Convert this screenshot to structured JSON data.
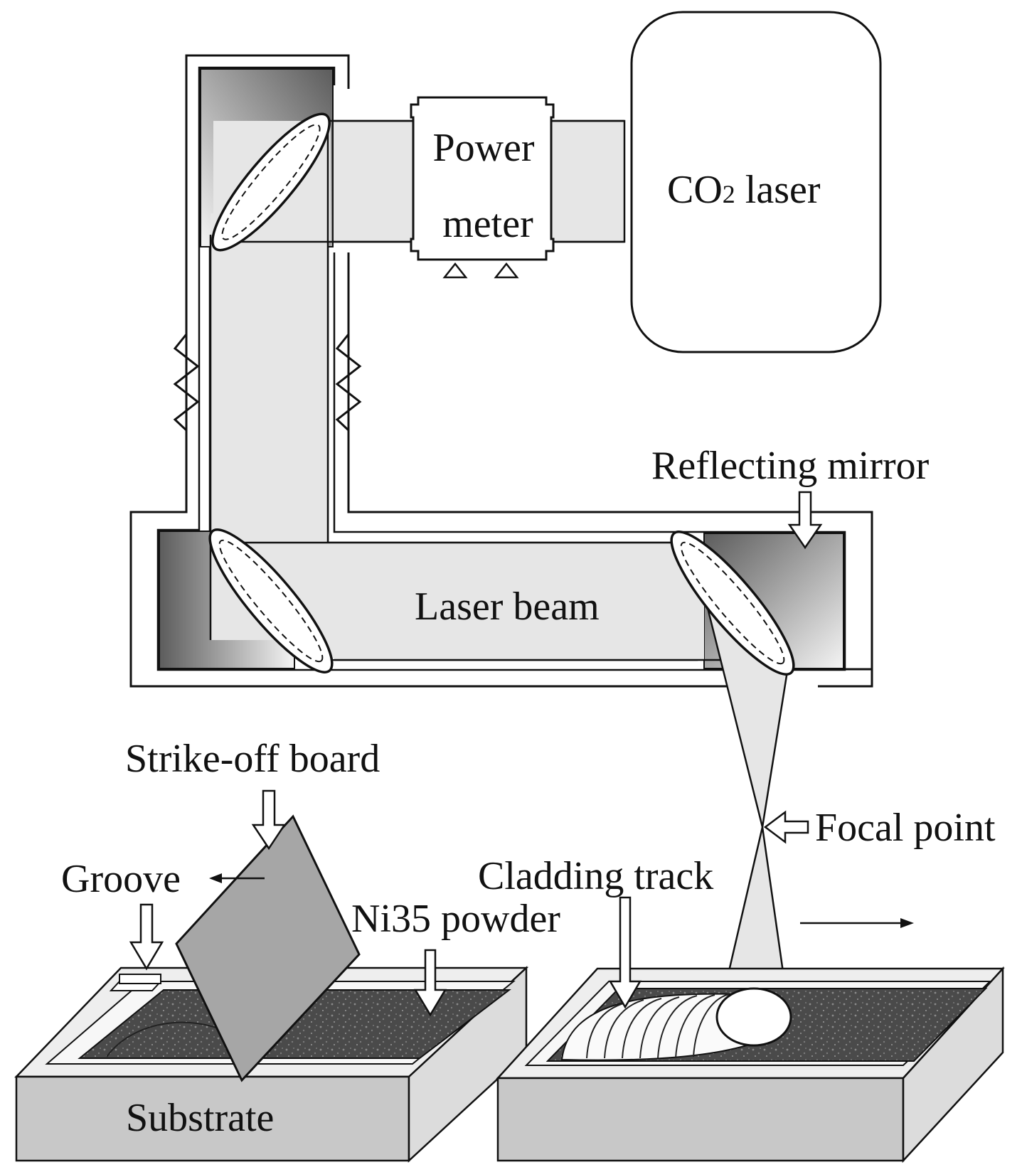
{
  "labels": {
    "power_meter_line1": "Power",
    "power_meter_line2": "meter",
    "co2_prefix": "CO",
    "co2_subscript": "2",
    "co2_suffix": " laser",
    "reflecting_mirror": "Reflecting mirror",
    "laser_beam": "Laser beam",
    "strike_off_board": "Strike-off board",
    "focal_point": "Focal point",
    "groove": "Groove",
    "cladding_track": "Cladding track",
    "ni35_powder": "Ni35 powder",
    "substrate": "Substrate"
  },
  "colors": {
    "stroke": "#111111",
    "beam_fill": "#e6e6e6",
    "mirror_dark": "#6e6e6e",
    "mirror_light": "#f2f2f2",
    "board_fill": "#a6a6a6",
    "powder_fill": "#4a4a4a",
    "substrate_front": "#c8c8c8",
    "substrate_top": "#eeeeee",
    "substrate_side": "#dcdcdc"
  }
}
